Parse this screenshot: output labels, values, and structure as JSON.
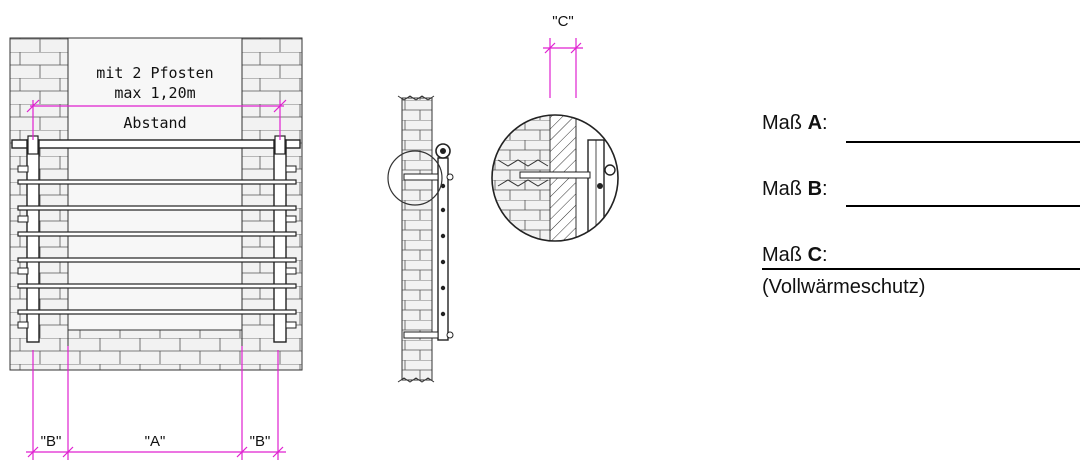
{
  "drawing": {
    "post_note_line1": "mit 2 Pfosten",
    "post_note_line2": "max 1,20m",
    "post_note_line3": "Abstand",
    "dim_b_left": "\"B\"",
    "dim_a": "\"A\"",
    "dim_b_right": "\"B\"",
    "dim_c": "\"C\""
  },
  "form": {
    "a_prefix": "Maß ",
    "a_letter": "A",
    "a_suffix": ":",
    "b_prefix": "Maß ",
    "b_letter": "B",
    "b_suffix": ":",
    "c_prefix": "Maß ",
    "c_letter": "C",
    "c_suffix": ":",
    "c_note": "(Vollwärmeschutz)"
  },
  "colors": {
    "dimension": "#e020d0",
    "lines": "#222222",
    "wall": "#f2f2f2"
  }
}
